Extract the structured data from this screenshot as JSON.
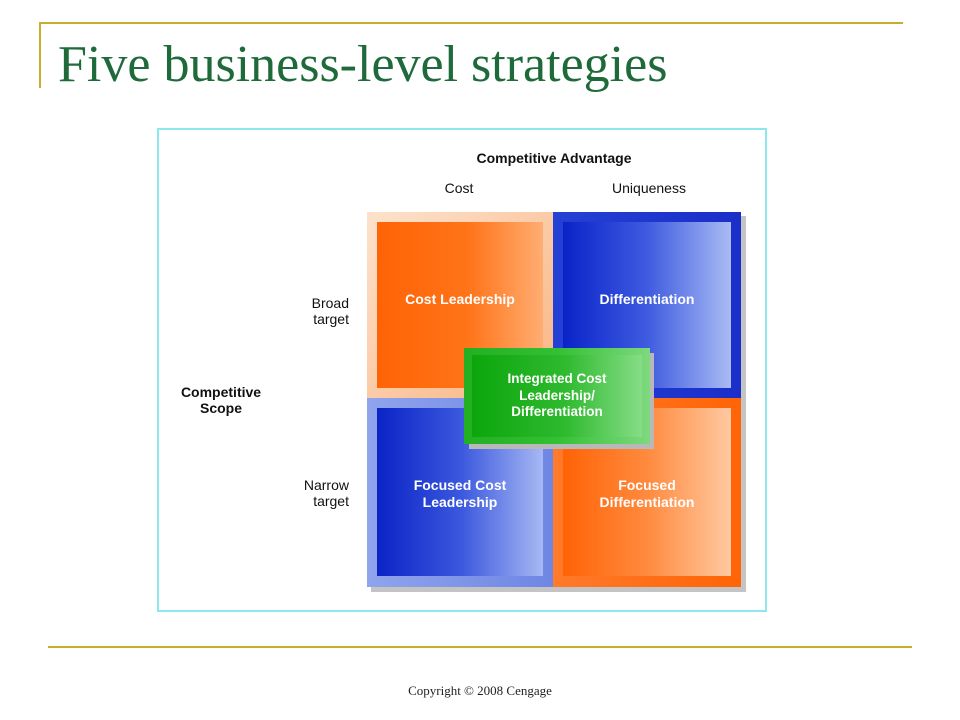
{
  "slide": {
    "title": "Five business-level strategies",
    "footer": "Copyright © 2008 Cengage"
  },
  "diagram": {
    "top_axis": {
      "title": "Competitive Advantage",
      "columns": [
        "Cost",
        "Uniqueness"
      ]
    },
    "left_axis": {
      "title_lines": [
        "Competitive",
        "Scope"
      ],
      "rows": [
        {
          "lines": [
            "Broad",
            "target"
          ]
        },
        {
          "lines": [
            "Narrow",
            "target"
          ]
        }
      ]
    },
    "cells": {
      "cost_leadership": {
        "lines": [
          "Cost Leadership"
        ]
      },
      "differentiation": {
        "lines": [
          "Differentiation"
        ]
      },
      "focused_cost_leadership": {
        "lines": [
          "Focused Cost",
          "Leadership"
        ]
      },
      "focused_differentiation": {
        "lines": [
          "Focused",
          "Differentiation"
        ]
      },
      "integrated": {
        "lines": [
          "Integrated Cost",
          "Leadership/",
          "Differentiation"
        ]
      }
    }
  },
  "colors": {
    "title": "#1e6a3a",
    "accent_line": "#c8ac2e",
    "frame_border": "#8de8ee",
    "orange": "#ff6a0a",
    "blue": "#1c35d0",
    "green": "#1fb81f"
  }
}
